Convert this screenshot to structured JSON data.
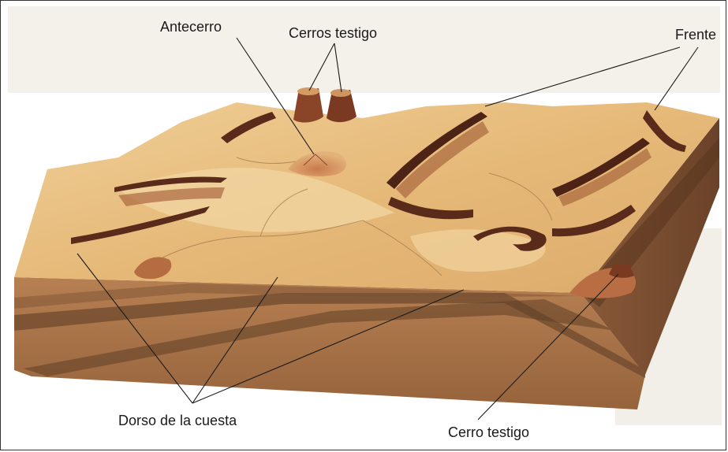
{
  "labels": {
    "antecerro": "Antecerro",
    "cerros_testigo": "Cerros testigo",
    "frente": "Frente",
    "dorso": "Dorso de la cuesta",
    "cerro_testigo": "Cerro testigo"
  },
  "colors": {
    "top_surface": "#e6b978",
    "top_light": "#efcf98",
    "scarp_dark": "#5a2a1a",
    "scarp_mid": "#8a4428",
    "side_front": "#a9744a",
    "side_right": "#7d5034",
    "layer_dark": "#6e4a2e",
    "page_bg_text": "#8a9cb8"
  }
}
